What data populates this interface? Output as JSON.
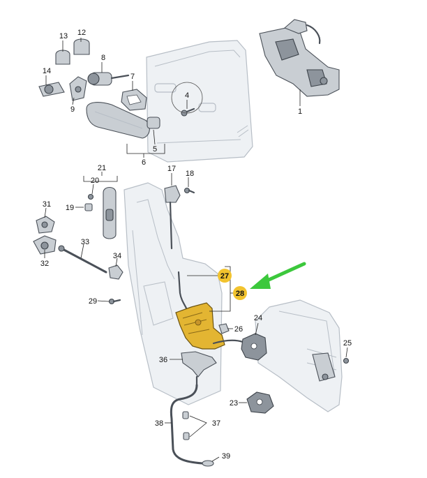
{
  "labels": {
    "l1": "1",
    "l4": "4",
    "l5": "5",
    "l6": "6",
    "l7": "7",
    "l8": "8",
    "l9": "9",
    "l12": "12",
    "l13": "13",
    "l14": "14",
    "l17": "17",
    "l18": "18",
    "l19": "19",
    "l20": "20",
    "l21": "21",
    "l23": "23",
    "l24": "24",
    "l25": "25",
    "l26": "26",
    "l27": "27",
    "l28": "28",
    "l29": "29",
    "l31": "31",
    "l32": "32",
    "l33": "33",
    "l34": "34",
    "l36": "36",
    "l37": "37",
    "l38": "38",
    "l39": "39"
  },
  "highlight": {
    "color": "#f2c32e",
    "lock_color": "#e3b532",
    "arrow_color": "#3cc83c"
  }
}
